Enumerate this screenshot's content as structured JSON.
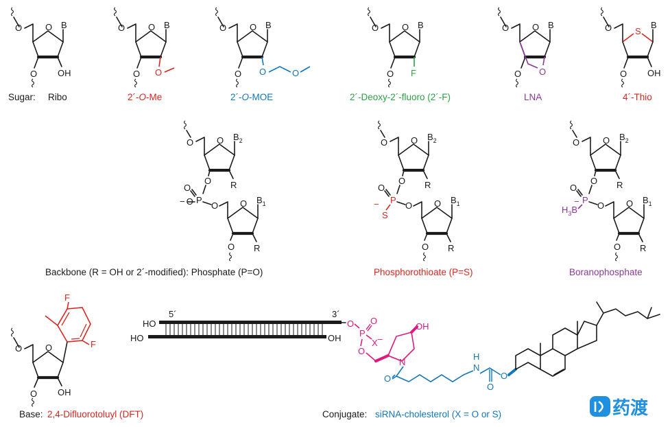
{
  "colors": {
    "black": "#1a1a1a",
    "red": "#d7261f",
    "blue": "#1277b8",
    "green": "#2ea043",
    "purple": "#8a3a96",
    "magenta": "#e0197d",
    "logo": "#1f8fe0"
  },
  "atoms": {
    "O": "O",
    "B": "B",
    "OH": "OH",
    "HO": "HO",
    "F": "F",
    "S": "S",
    "P": "P",
    "R": "R",
    "X": "X",
    "N": "N",
    "H": "H",
    "H3": "H",
    "H3_sub": "3",
    "B2": "B",
    "B2_sub": "2",
    "B1": "B",
    "B1_sub": "1",
    "minus": "−",
    "x_minus": "X",
    "x_minus_sign": "–"
  },
  "sugars": {
    "prefix": "Sugar:",
    "ribo": "Ribo",
    "ome_pre": "2´-",
    "ome_o": "O",
    "ome_post": "-Me",
    "moe_pre": "2´-",
    "moe_o": "O",
    "moe_post": "-MOE",
    "fluoro": "2´-Deoxy-2´-fluoro (2´-F)",
    "lna": "LNA",
    "thio": "4´-Thio"
  },
  "backbones": {
    "phosphate": "Backbone (R = OH or 2´-modified): Phosphate (P=O)",
    "phosphorothioate": "Phosphorothioate (P=S)",
    "boranophosphate": "Boranophosphate"
  },
  "base": {
    "prefix": "Base: ",
    "name": "2,4-Difluorotoluyl (DFT)"
  },
  "conjugate": {
    "prefix": "Conjugate: ",
    "name": "siRNA-cholesterol (X = O or S)",
    "five_prime": "5´",
    "three_prime": "3´"
  },
  "logo": {
    "text": "药渡",
    "icon": "yaodu-logo-icon"
  }
}
